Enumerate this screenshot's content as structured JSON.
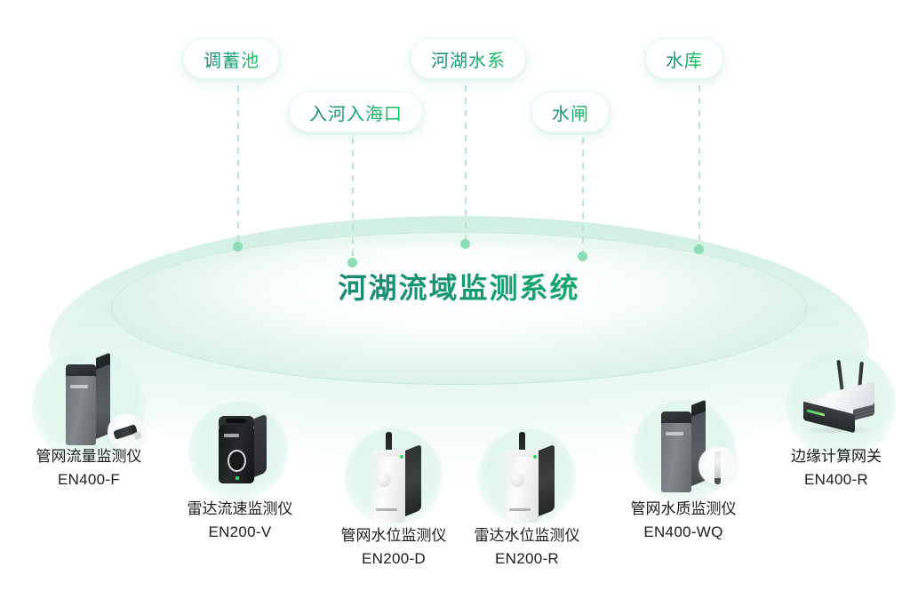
{
  "system": {
    "title": "河湖流域监测系统"
  },
  "scenarios": [
    {
      "label": "调蓄池"
    },
    {
      "label": "入河入海口"
    },
    {
      "label": "河湖水系"
    },
    {
      "label": "水闸"
    },
    {
      "label": "水库"
    }
  ],
  "devices": [
    {
      "name": "管网流量监测仪",
      "model": "EN400-F",
      "icon": "tower-device-icon"
    },
    {
      "name": "雷达流速监测仪",
      "model": "EN200-V",
      "icon": "radar-box-device-icon"
    },
    {
      "name": "管网水位监测仪",
      "model": "EN200-D",
      "icon": "white-box-device-icon"
    },
    {
      "name": "雷达水位监测仪",
      "model": "EN200-R",
      "icon": "white-box-device-icon"
    },
    {
      "name": "管网水质监测仪",
      "model": "EN400-WQ",
      "icon": "tower-probe-device-icon"
    },
    {
      "name": "边缘计算网关",
      "model": "EN400-R",
      "icon": "gateway-router-icon"
    }
  ],
  "colors": {
    "accent_teal": "#17897f",
    "accent_green": "#12c558",
    "title_dark": "#1d5a6b",
    "platform_mint": "#d2eee1",
    "lead_line": "#b7e6cf",
    "lead_dot": "#8cdcb5",
    "caption_text": "#1c1c1c",
    "background": "#ffffff"
  }
}
